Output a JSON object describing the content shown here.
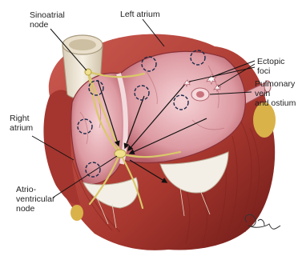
{
  "labels": {
    "sinoatrial_node": [
      "Sinoatrial",
      "node"
    ],
    "left_atrium": "Left atrium",
    "ectopic_foci": [
      "Ectopic",
      "foci"
    ],
    "pulmonary_vein": [
      "Pulmonary",
      "vein",
      "and ostium"
    ],
    "right_atrium": [
      "Right",
      "atrium"
    ],
    "av_node": [
      "Atrio-",
      "ventricular",
      "node"
    ]
  },
  "signature": "Rogers",
  "colors": {
    "myocardium": "#b8453f",
    "myocardium_dark": "#7e221f",
    "endocardium": "#e3aab0",
    "endocardium_light": "#f2cfd3",
    "conduction": "#d9c86a",
    "vessel": "#efe7d8",
    "valve": "#f4efe6",
    "fat": "#d9b24a"
  }
}
